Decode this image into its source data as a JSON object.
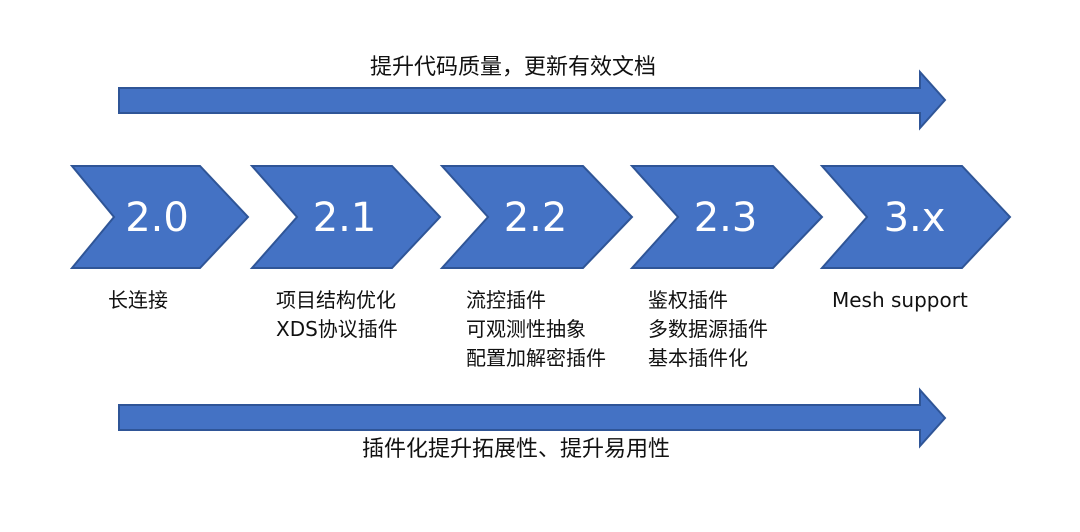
{
  "top_band": {
    "caption": "提升代码质量，更新有效文档"
  },
  "bottom_band": {
    "caption": "插件化提升拓展性、提升易用性"
  },
  "colors": {
    "shape_fill": "#4472C4",
    "shape_stroke": "#2F5597",
    "text": "#111111",
    "label_on_shape": "#FFFFFF"
  },
  "stages": [
    {
      "version": "2.0",
      "items": [
        "长连接"
      ]
    },
    {
      "version": "2.1",
      "items": [
        "项目结构优化",
        "XDS协议插件"
      ]
    },
    {
      "version": "2.2",
      "items": [
        "流控插件",
        "可观测性抽象",
        "配置加解密插件"
      ]
    },
    {
      "version": "2.3",
      "items": [
        "鉴权插件",
        "多数据源插件",
        "基本插件化"
      ]
    },
    {
      "version": "3.x",
      "items": [
        "Mesh support"
      ]
    }
  ]
}
